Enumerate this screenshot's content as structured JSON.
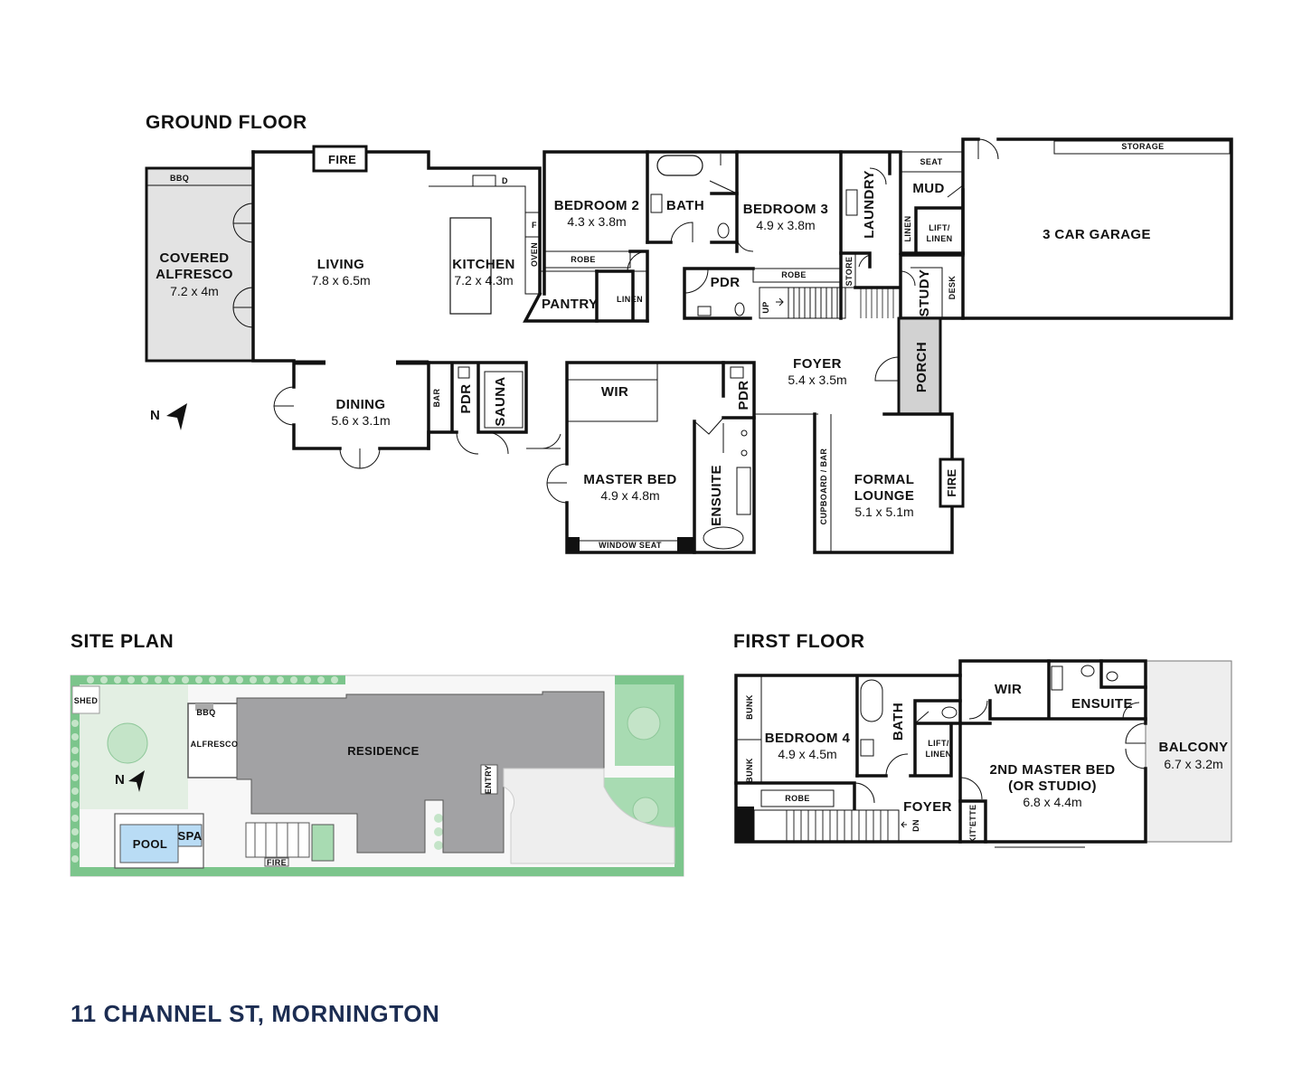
{
  "headings": {
    "ground_floor": "GROUND FLOOR",
    "site_plan": "SITE PLAN",
    "first_floor": "FIRST FLOOR"
  },
  "address": "11 CHANNEL ST, MORNINGTON",
  "compass_label": "N",
  "ground_floor": {
    "bbq": "BBQ",
    "fire_living": "FIRE",
    "alfresco_name_1": "COVERED",
    "alfresco_name_2": "ALFRESCO",
    "alfresco_dims": "7.2 x 4m",
    "living_name": "LIVING",
    "living_dims": "7.8 x 6.5m",
    "kitchen_name": "KITCHEN",
    "kitchen_dims": "7.2 x 4.3m",
    "d_label": "D",
    "f_label": "F",
    "oven": "OVEN",
    "pantry": "PANTRY",
    "linen_1": "LINEN",
    "bed2_name": "BEDROOM 2",
    "bed2_dims": "4.3 x 3.8m",
    "robe_1": "ROBE",
    "bath": "BATH",
    "bed3_name": "BEDROOM 3",
    "bed3_dims": "4.9 x 3.8m",
    "robe_2": "ROBE",
    "pdr_1": "PDR",
    "up": "UP",
    "store": "STORE",
    "laundry": "LAUNDRY",
    "linen_2": "LINEN",
    "seat": "SEAT",
    "mud": "MUD",
    "lift_1": "LIFT/",
    "lift_2": "LINEN",
    "storage": "STORAGE",
    "garage": "3 CAR GARAGE",
    "study": "STUDY",
    "desk": "DESK",
    "porch": "PORCH",
    "foyer_name": "FOYER",
    "foyer_dims": "5.4 x 3.5m",
    "dining_name": "DINING",
    "dining_dims": "5.6 x 3.1m",
    "bar": "BAR",
    "pdr_2": "PDR",
    "sauna": "SAUNA",
    "wir": "WIR",
    "pdr_3": "PDR",
    "master_name": "MASTER BED",
    "master_dims": "4.9 x 4.8m",
    "window_seat": "WINDOW SEAT",
    "ensuite": "ENSUITE",
    "cupboard": "CUPBOARD / BAR",
    "formal_1": "FORMAL",
    "formal_2": "LOUNGE",
    "formal_dims": "5.1 x 5.1m",
    "fire_lounge": "FIRE"
  },
  "site_plan": {
    "shed": "SHED",
    "bbq": "BBQ",
    "alfresco": "ALFRESCO",
    "residence": "RESIDENCE",
    "entry": "ENTRY",
    "pool": "POOL",
    "spa": "SPA",
    "fire": "FIRE"
  },
  "first_floor": {
    "bunk_1": "BUNK",
    "bunk_2": "BUNK",
    "bed4_name": "BEDROOM 4",
    "bed4_dims": "4.9 x 4.5m",
    "robe": "ROBE",
    "bath": "BATH",
    "lift_1": "LIFT/",
    "lift_2": "LINEN",
    "wir": "WIR",
    "ensuite": "ENSUITE",
    "balcony_name": "BALCONY",
    "balcony_dims": "6.7 x 3.2m",
    "master_1": "2ND MASTER BED",
    "master_2": "(OR STUDIO)",
    "master_dims": "6.8 x 4.4m",
    "foyer": "FOYER",
    "dn": "DN",
    "kitchenette": "KIT'ETTE"
  },
  "colors": {
    "wall": "#111111",
    "alfresco_fill": "#e3e3e3",
    "porch_fill": "#d2d2d2",
    "residence_fill": "#a2a2a4",
    "lawn_light": "#e3efe3",
    "garden_green": "#7cc58c",
    "tree_fill": "#c4e4c8",
    "pool_fill": "#b9dcf5",
    "address": "#1c2d52"
  }
}
